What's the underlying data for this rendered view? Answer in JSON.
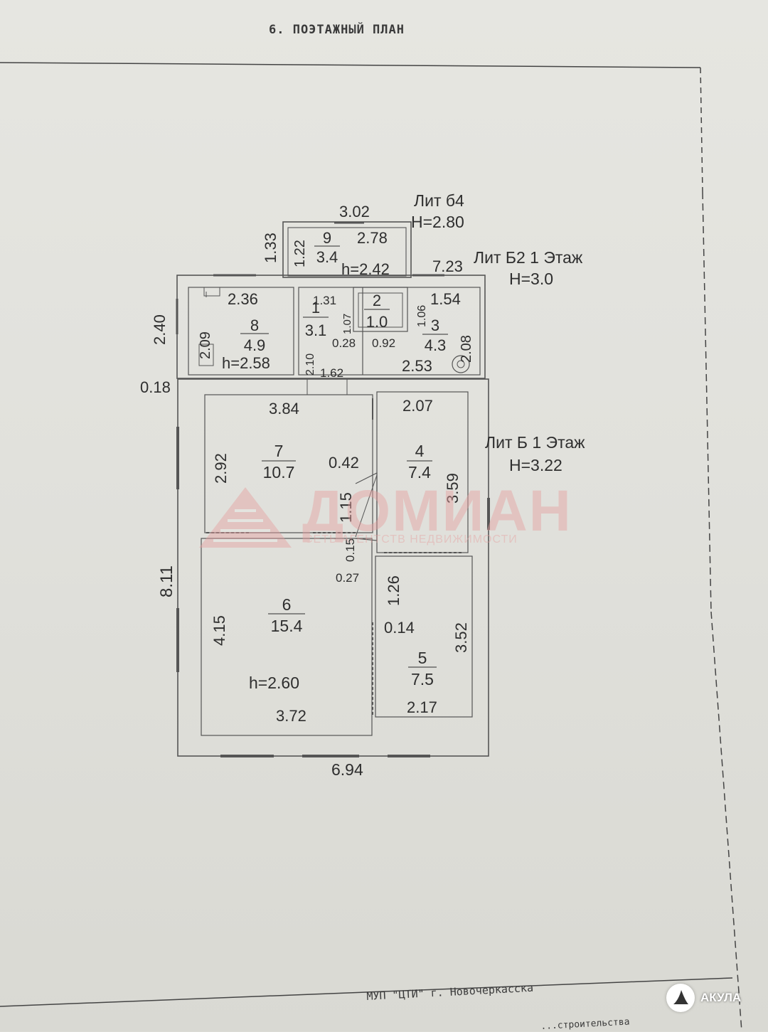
{
  "page": {
    "title": "6. ПОЭТАЖНЫЙ ПЛАН",
    "footer": "МУП \"ЦТИ\" г. Новочеркасска",
    "footer_cut": "...строительства"
  },
  "blocks": {
    "b4": {
      "name": "Лит б4",
      "height": "H=2.80"
    },
    "b2": {
      "name": "Лит Б2  1 Этаж",
      "height": "H=3.0"
    },
    "b": {
      "name": "Лит Б  1 Этаж",
      "height": "H=3.22"
    }
  },
  "rooms": [
    {
      "id": "9",
      "no": "9",
      "area": "3.4"
    },
    {
      "id": "8",
      "no": "8",
      "area": "4.9"
    },
    {
      "id": "1",
      "no": "1",
      "area": "3.1"
    },
    {
      "id": "2",
      "no": "2",
      "area": "1.0"
    },
    {
      "id": "3",
      "no": "3",
      "area": "4.3"
    },
    {
      "id": "7",
      "no": "7",
      "area": "10.7"
    },
    {
      "id": "4",
      "no": "4",
      "area": "7.4"
    },
    {
      "id": "6",
      "no": "6",
      "area": "15.4"
    },
    {
      "id": "5",
      "no": "5",
      "area": "7.5"
    }
  ],
  "dims": {
    "top_302": "3.02",
    "d_133": "1.33",
    "d_122": "1.22",
    "d_278": "2.78",
    "h_242": "h=2.42",
    "d_723": "7.23",
    "d_240": "2.40",
    "d_236": "2.36",
    "d_209": "2.09",
    "h_258": "h=2.58",
    "d_131": "1.31",
    "d_107": "1.07",
    "d_154": "1.54",
    "d_106": "1.06",
    "d_210": "2.10",
    "d_028": "0.28",
    "d_092": "0.92",
    "d_208": "2.08",
    "d_253": "2.53",
    "d_162": "1.62",
    "d_018": "0.18",
    "d_384": "3.84",
    "d_207": "2.07",
    "d_292": "2.92",
    "d_042": "0.42",
    "d_115": "1.15",
    "d_359": "3.59",
    "d_811": "8.11",
    "d_015": "0.15",
    "d_027": "0.27",
    "d_126": "1.26",
    "d_415": "4.15",
    "d_014": "0.14",
    "d_352": "3.52",
    "h_260": "h=2.60",
    "d_372": "3.72",
    "d_217": "2.17",
    "d_694": "6.94"
  },
  "watermark": {
    "name": "ДОМИАН",
    "sub": "СЕТЬ АГЕНТСТВ НЕДВИЖИМОСТИ"
  },
  "badge": {
    "label": "АКУЛА",
    "icon": "shark-fin-icon"
  }
}
